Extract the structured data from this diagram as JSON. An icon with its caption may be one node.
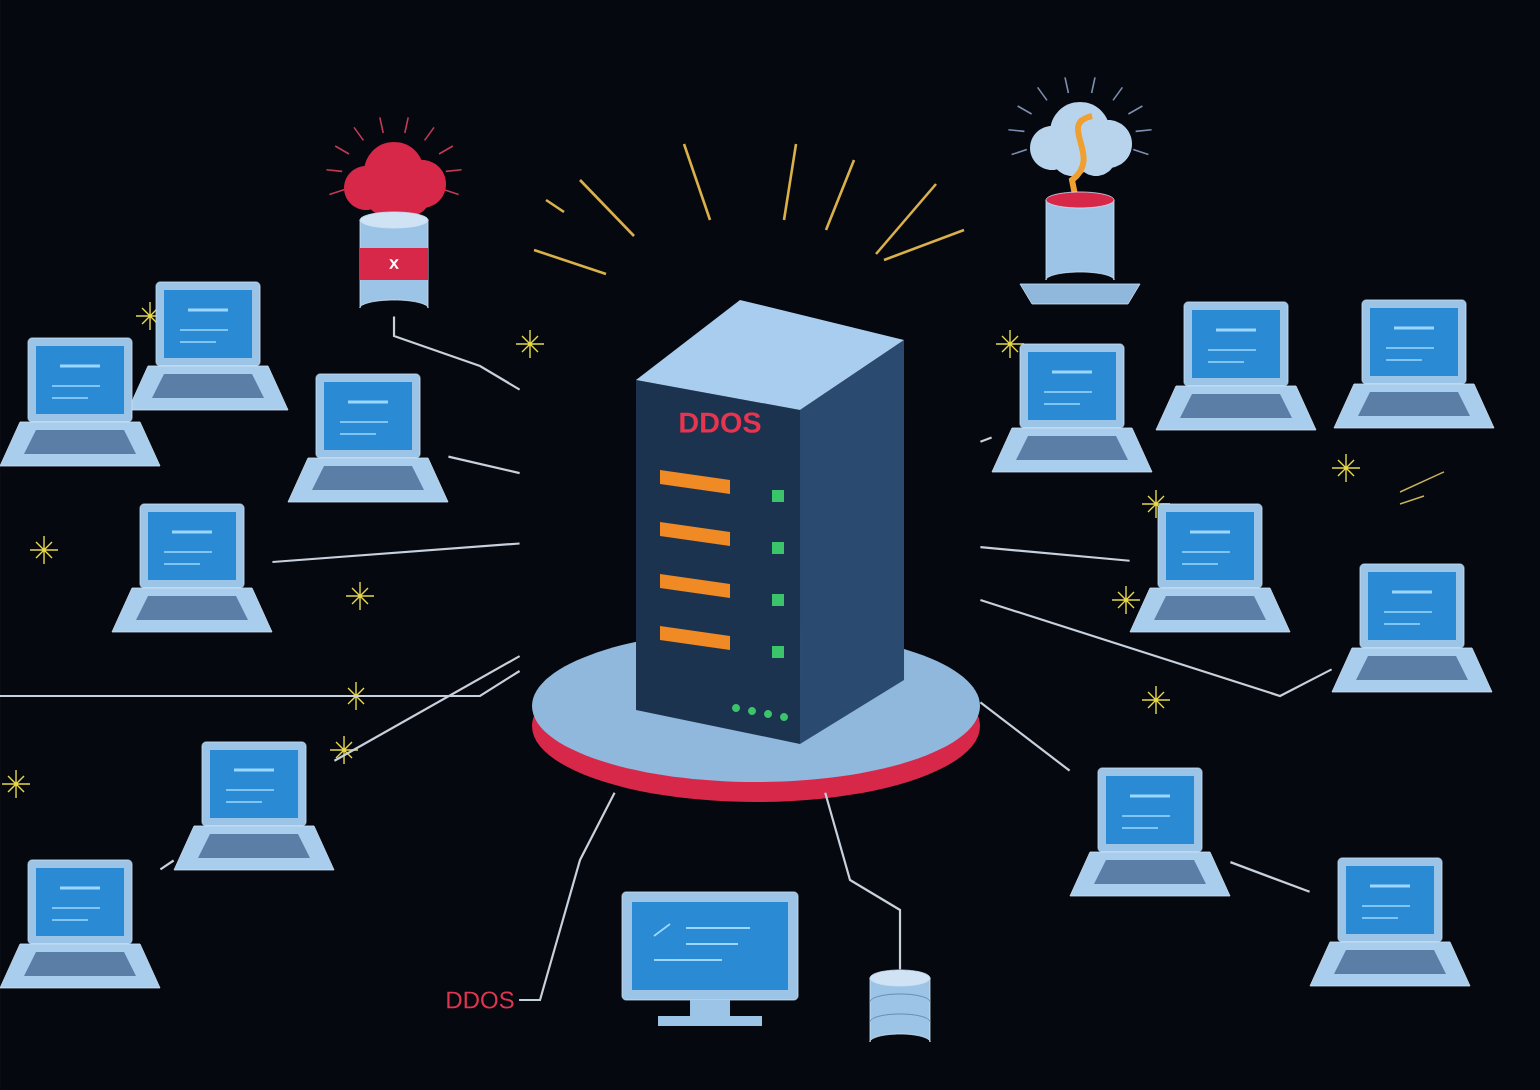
{
  "diagram": {
    "nodes": [
      {
        "text": [
          "DDOS"
        ]
      },
      {
        "text": [
          "x"
        ]
      },
      {
        "text": [],
        "shape": "cylinder"
      },
      {
        "text": [],
        "shape": "laptop"
      },
      {
        "text": [],
        "shape": "laptop"
      },
      {
        "text": [],
        "shape": "laptop"
      },
      {
        "text": [],
        "shape": "laptop"
      },
      {
        "text": [],
        "shape": "laptop"
      },
      {
        "text": [],
        "shape": "laptop"
      },
      {
        "text": [],
        "shape": "laptop"
      },
      {
        "text": [],
        "shape": "laptop"
      },
      {
        "text": [],
        "shape": "laptop"
      },
      {
        "text": [],
        "shape": "laptop"
      },
      {
        "text": [],
        "shape": "laptop"
      },
      {
        "text": [],
        "shape": "laptop"
      },
      {
        "text": [],
        "shape": "laptop"
      },
      {
        "text": [
          "DDOS"
        ]
      },
      {
        "text": [],
        "shape": "monitor"
      },
      {
        "text": [],
        "shape": "cylinder"
      }
    ],
    "edges": [
      {
        "from": 1,
        "to": 0,
        "arrow": "none"
      },
      {
        "from": 5,
        "to": 0,
        "arrow": "none"
      },
      {
        "from": 9,
        "to": 0,
        "arrow": "none"
      },
      {
        "from": null,
        "to": 0,
        "arrow": "none"
      },
      {
        "from": 12,
        "to": 0,
        "arrow": "none"
      },
      {
        "from": 15,
        "to": 12,
        "arrow": "none"
      },
      {
        "from": 16,
        "to": 0,
        "arrow": "none"
      },
      {
        "from": 18,
        "to": 0,
        "arrow": "none"
      },
      {
        "from": 0,
        "to": 13,
        "arrow": "none"
      },
      {
        "from": 13,
        "to": 14,
        "arrow": "none"
      },
      {
        "from": 0,
        "to": 11,
        "arrow": "none"
      },
      {
        "from": 0,
        "to": 6,
        "arrow": "none"
      },
      {
        "from": 0,
        "to": 10,
        "arrow": "none"
      }
    ]
  }
}
